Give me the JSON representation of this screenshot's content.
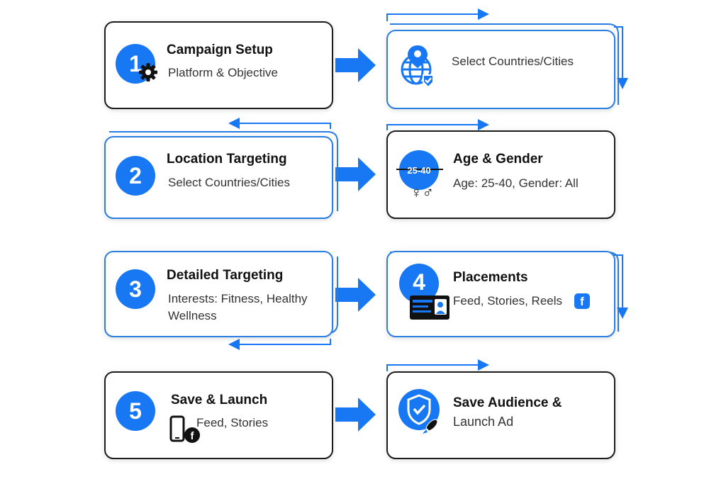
{
  "colors": {
    "accent": "#1877f2",
    "border_dark": "#1c1c1c",
    "border_blue": "#2a7de1"
  },
  "steps": [
    {
      "number": "1",
      "title": "Campaign Setup",
      "subtitle": "Platform & Objective",
      "icon": "gear-icon"
    },
    {
      "subtitle": "Select Countries/Cities",
      "icon": "globe-location-icon"
    },
    {
      "number": "2",
      "title": "Location Targeting",
      "subtitle": "Select Countries/Cities"
    },
    {
      "title": "Age & Gender",
      "subtitle": "Age: 25-40, Gender: All",
      "age_badge": "25-40",
      "icon": "gender-symbols-icon"
    },
    {
      "number": "3",
      "title": "Detailed Targeting",
      "subtitle_lines": [
        "Interests: Fitness, Healthy",
        "Wellness"
      ]
    },
    {
      "number": "4",
      "title": "Placements",
      "subtitle": "Feed, Stories, Reels",
      "icon": "facebook-icon"
    },
    {
      "number": "5",
      "title": "Save & Launch",
      "subtitle": "Feed, Stories",
      "icon": "phone-facebook-icon"
    },
    {
      "title_lines": [
        "Save Audience &",
        "Launch Ad"
      ],
      "icon": "shield-check-icon"
    }
  ]
}
